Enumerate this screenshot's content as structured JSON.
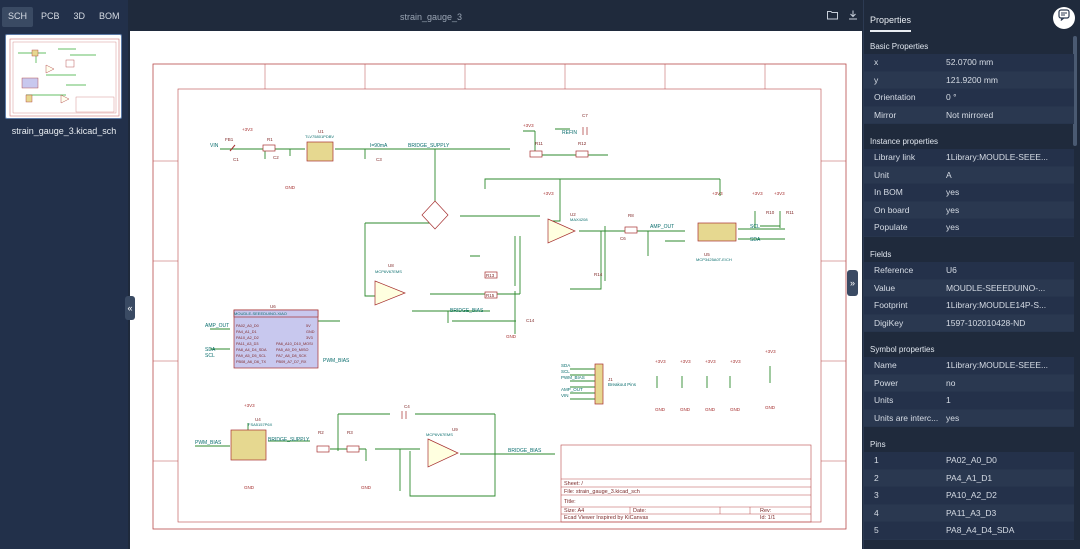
{
  "tabs": [
    "SCH",
    "PCB",
    "3D",
    "BOM"
  ],
  "active_tab": "SCH",
  "file_title": "strain_gauge_3",
  "thumbnail_label": "strain_gauge_3.kicad_sch",
  "properties_title": "Properties",
  "sections": [
    {
      "title": "Basic Properties",
      "rows": [
        [
          "x",
          "52.0700 mm"
        ],
        [
          "y",
          "121.9200 mm"
        ],
        [
          "Orientation",
          "0 °"
        ],
        [
          "Mirror",
          "Not mirrored"
        ]
      ]
    },
    {
      "title": "Instance properties",
      "rows": [
        [
          "Library link",
          "1Library:MOUDLE-SEEE..."
        ],
        [
          "Unit",
          "A"
        ],
        [
          "In BOM",
          "yes"
        ],
        [
          "On board",
          "yes"
        ],
        [
          "Populate",
          "yes"
        ]
      ]
    },
    {
      "title": "Fields",
      "rows": [
        [
          "Reference",
          "U6"
        ],
        [
          "Value",
          "MOUDLE-SEEEDUINO-..."
        ],
        [
          "Footprint",
          "1Library:MOUDLE14P-S..."
        ],
        [
          "DigiKey",
          "1597-102010428-ND"
        ]
      ]
    },
    {
      "title": "Symbol properties",
      "rows": [
        [
          "Name",
          "1Library:MOUDLE-SEEE..."
        ],
        [
          "Power",
          "no"
        ],
        [
          "Units",
          "1"
        ],
        [
          "Units are interc...",
          "yes"
        ]
      ]
    },
    {
      "title": "Pins",
      "rows": [
        [
          "1",
          "PA02_A0_D0"
        ],
        [
          "2",
          "PA4_A1_D1"
        ],
        [
          "3",
          "PA10_A2_D2"
        ],
        [
          "4",
          "PA11_A3_D3"
        ],
        [
          "5",
          "PA8_A4_D4_SDA"
        ]
      ]
    }
  ],
  "schematic": {
    "nets": [
      "VIN",
      "BRIDGE_SUPPLY",
      "AMP_OUT",
      "BRIDGE_BIAS",
      "PWM_BIAS",
      "SDA",
      "SCL",
      "+3V3",
      "GND"
    ],
    "refs": [
      "FB1",
      "R1",
      "U1",
      "C1",
      "C2",
      "C3",
      "R11",
      "R12",
      "C7",
      "U2",
      "R8",
      "R13",
      "R14",
      "C6",
      "C5",
      "U5",
      "R10",
      "R11",
      "U8",
      "R15",
      "R9",
      "C14",
      "U6",
      "J1",
      "U4",
      "R2",
      "R3",
      "C5",
      "U9",
      "C4"
    ],
    "parts": {
      "u1": "TLV75801PDBV",
      "u6": "MOUDLE-SEEEDUINO-XIAO",
      "u5": "MCP3425A0T-E/CH",
      "u2": "MAX4208",
      "u8": "MCP6V67EMS",
      "u4": "FSA5157P6X",
      "u9": "MCP6V67EMS",
      "j1": "Breakout Pins"
    },
    "u6_pins_left": [
      "PA02_A0_D0",
      "PA4_A1_D1",
      "PA10_A2_D2",
      "PA11_A3_D3",
      "PA8_A4_D4_SDA",
      "PA9_A5_D5_SCL",
      "PB08_A6_D6_TX"
    ],
    "u6_pins_right": [
      "5V",
      "GND",
      "3V3",
      "PA6_A10_D10_MOSI",
      "PA5_A9_D9_MISO",
      "PA7_A8_D8_SCK",
      "PB09_A7_D7_RX"
    ],
    "j1_nets": [
      "SDA",
      "SCL",
      "PWM_BIAS",
      "AMP_OUT",
      "VIN"
    ],
    "refin": "REFIN",
    "current_label": "I=90mA",
    "title_block": {
      "sheet": "Sheet: /",
      "file": "File: strain_gauge_3.kicad_sch",
      "title": "Title:",
      "size": "Size: A4",
      "date": "Date:",
      "rev": "Rev:",
      "generator": "Ecad Viewer Inspired by KiCanvas",
      "id": "Id: 1/1"
    }
  }
}
